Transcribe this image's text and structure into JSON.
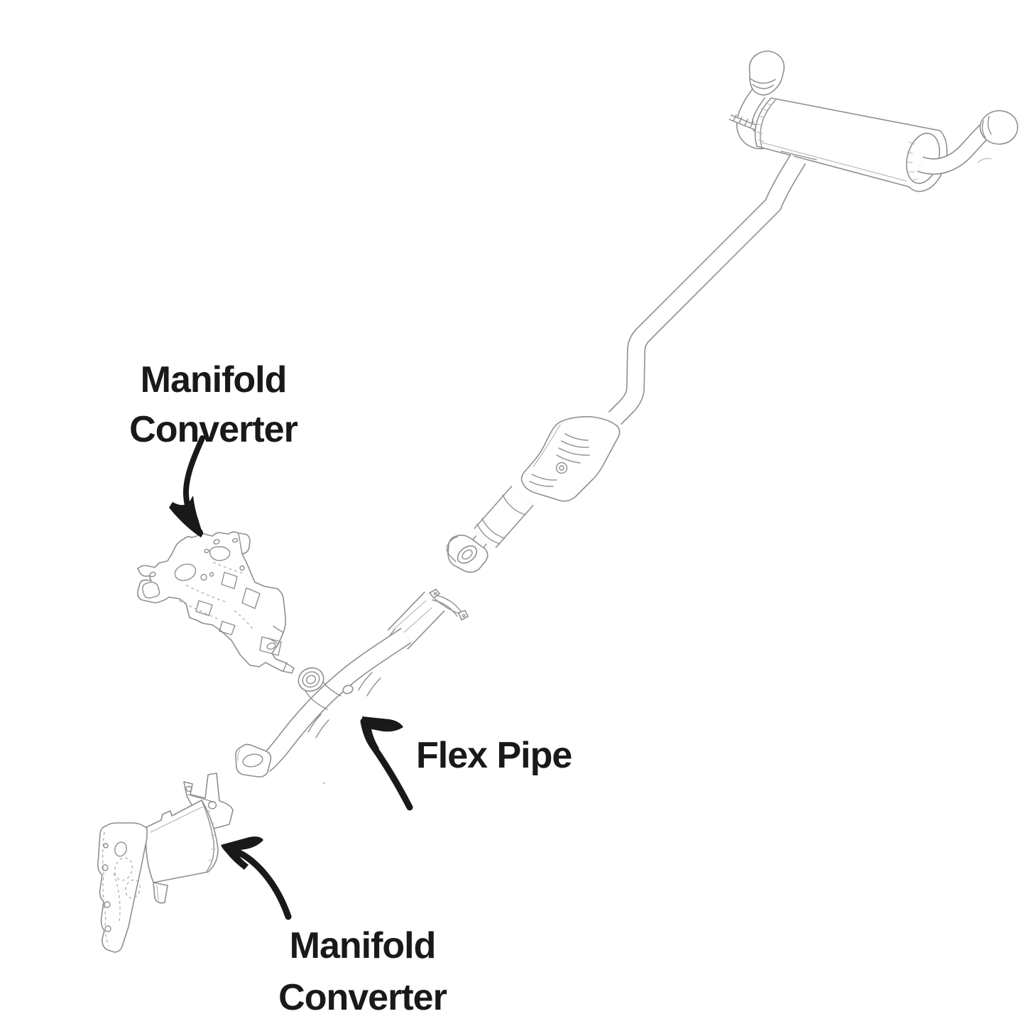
{
  "page": {
    "background_color": "#ffffff",
    "drawing_line_color": "#8f8f8f",
    "annotation_ink_color": "#191919"
  },
  "labels": {
    "manifold_top": {
      "line1": "Manifold",
      "line2": "Converter"
    },
    "flex_pipe": {
      "text": "Flex Pipe"
    },
    "manifold_bottom": {
      "line1": "Manifold",
      "line2": "Converter"
    }
  }
}
